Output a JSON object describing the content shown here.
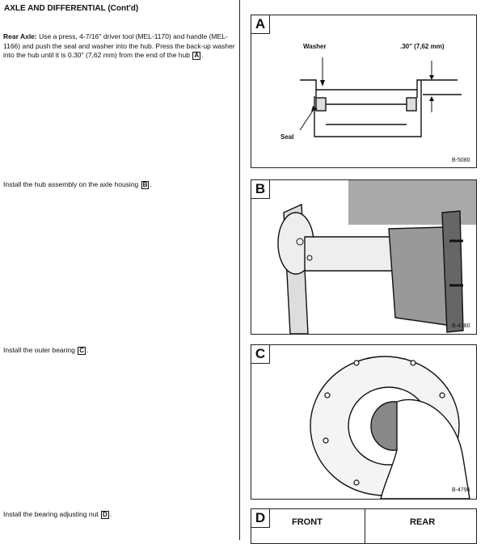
{
  "heading": "AXLE AND DIFFERENTIAL (Cont'd)",
  "steps": {
    "rear_axle_label": "Rear Axle:",
    "rear_axle_text": "Use a press, 4-7/16'' driver tool (MEL-1170) and handle (MEL-1166) and push the seal and washer into the hub. Press the back-up washer into the hub until it is 0.30'' (7,62 mm) from the end of the hub",
    "rear_axle_ref": "A",
    "hub_text": "Install the hub assembly on the axle housing",
    "hub_ref": "B",
    "outer_bearing_text": "Install the outer bearing",
    "outer_bearing_ref": "C",
    "nut_text": "Install the bearing adjusting nut",
    "nut_ref": "D"
  },
  "figures": {
    "a": {
      "letter": "A",
      "washer": "Washer",
      "seal": "Seal",
      "dimension": ".30'' (7,62 mm)",
      "code": "B-5080"
    },
    "b": {
      "letter": "B",
      "code": "B-4780"
    },
    "c": {
      "letter": "C",
      "code": "B-4796"
    },
    "d": {
      "letter": "D",
      "front": "FRONT",
      "rear": "REAR"
    }
  }
}
